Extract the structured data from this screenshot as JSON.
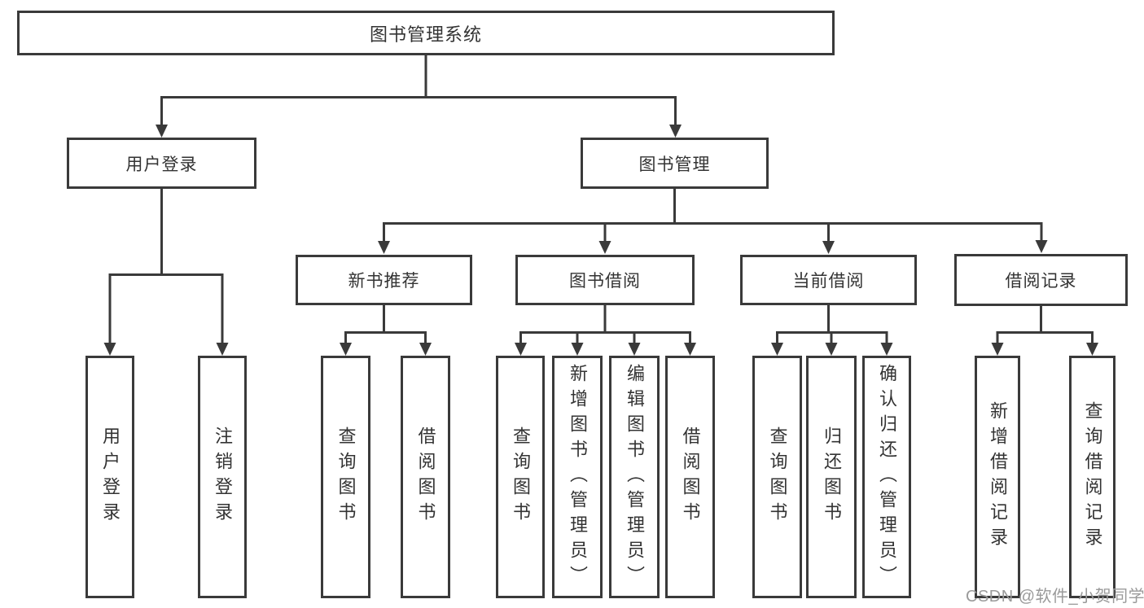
{
  "colors": {
    "line": "#3a3a3a",
    "border": "#3a3a3a",
    "text": "#333333",
    "watermark_text": "#9a9a9a",
    "background": "#ffffff"
  },
  "watermark": {
    "text": "CSDN @软件_小贺同学"
  },
  "tree": {
    "root": {
      "label": "图书管理系统",
      "children": [
        {
          "label": "用户登录",
          "children": [
            {
              "label": "用户登录"
            },
            {
              "label": "注销登录"
            }
          ]
        },
        {
          "label": "图书管理",
          "children": [
            {
              "label": "新书推荐",
              "children": [
                {
                  "label": "查询图书"
                },
                {
                  "label": "借阅图书"
                }
              ]
            },
            {
              "label": "图书借阅",
              "children": [
                {
                  "label": "查询图书"
                },
                {
                  "label": "新增图书（管理员）"
                },
                {
                  "label": "编辑图书（管理员）"
                },
                {
                  "label": "借阅图书"
                }
              ]
            },
            {
              "label": "当前借阅",
              "children": [
                {
                  "label": "查询图书"
                },
                {
                  "label": "归还图书"
                },
                {
                  "label": "确认归还（管理员）"
                }
              ]
            },
            {
              "label": "借阅记录",
              "children": [
                {
                  "label": "新增借阅记录"
                },
                {
                  "label": "查询借阅记录"
                }
              ]
            }
          ]
        }
      ]
    }
  }
}
